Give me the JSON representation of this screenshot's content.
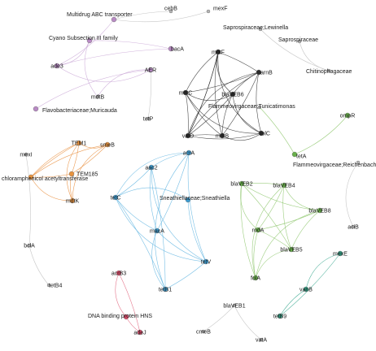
{
  "colors": {
    "black": "#2b2b2b",
    "purple": "#c9a6d6",
    "purple_node": "#b88ac4",
    "orange": "#e88a35",
    "orange_node": "#e8923d",
    "blue": "#5fb4e0",
    "blue_node": "#3b9bd0",
    "green": "#8cc66a",
    "green_node": "#68b04a",
    "red": "#e0607a",
    "red_node": "#d94a68",
    "teal": "#3aa88f",
    "teal_node": "#2f9a80",
    "gray": "#bdbdbd",
    "gray_node": "#b5b5b5"
  },
  "nodes": [
    {
      "id": "cebB",
      "label": "cebB",
      "group": "gray"
    },
    {
      "id": "mexF",
      "label": "mexF",
      "group": "gray"
    },
    {
      "id": "multidrug",
      "label": "Multidrug ABC transporter",
      "group": "purple"
    },
    {
      "id": "cyano",
      "label": "Cyano Subsection III family",
      "group": "purple"
    },
    {
      "id": "bacA",
      "label": "bacA",
      "group": "purple"
    },
    {
      "id": "adeJ3",
      "label": "ade3",
      "group": "purple"
    },
    {
      "id": "AER",
      "label": "AER",
      "group": "purple"
    },
    {
      "id": "mdtB",
      "label": "mdtB",
      "group": "gray"
    },
    {
      "id": "flavo",
      "label": "Flavobacteriaceae;Muricauda",
      "group": "purple"
    },
    {
      "id": "tetP",
      "label": "tetP",
      "group": "gray"
    },
    {
      "id": "saproLew",
      "label": "Saprospiraceae;Lewinella",
      "group": "gray"
    },
    {
      "id": "sapro",
      "label": "Saprospiraceae",
      "group": "gray"
    },
    {
      "id": "chitino",
      "label": "Chitinophagaceae",
      "group": "gray"
    },
    {
      "id": "mdtF",
      "label": "mdtF",
      "group": "black"
    },
    {
      "id": "arnB",
      "label": "arnB",
      "group": "black"
    },
    {
      "id": "mdtC",
      "label": "mdtC",
      "group": "black"
    },
    {
      "id": "blaVEB6",
      "label": "blaVEB6",
      "group": "black"
    },
    {
      "id": "vatD",
      "label": "vatD",
      "group": "black"
    },
    {
      "id": "mdtB2",
      "label": "mdtB",
      "group": "black"
    },
    {
      "id": "TolC",
      "label": "TolC",
      "group": "black"
    },
    {
      "id": "flammeoTur",
      "label": "Flammeovirgaceae;Tunicatimonas",
      "group": "gray"
    },
    {
      "id": "ompR",
      "label": "ompR",
      "group": "green"
    },
    {
      "id": "tetA",
      "label": "tetA",
      "group": "green"
    },
    {
      "id": "flammeoRei",
      "label": "Flammeovirgaceae;Reichenbachiella",
      "group": "gray"
    },
    {
      "id": "mexI",
      "label": "mexI",
      "group": "gray"
    },
    {
      "id": "TEM1",
      "label": "TEM1",
      "group": "orange"
    },
    {
      "id": "smeB",
      "label": "smeB",
      "group": "orange"
    },
    {
      "id": "TEM185",
      "label": "TEM185",
      "group": "orange"
    },
    {
      "id": "chloram",
      "label": "chloramphenicol acetyltransferase",
      "group": "orange"
    },
    {
      "id": "mdtK",
      "label": "mdtK",
      "group": "orange"
    },
    {
      "id": "bclA",
      "label": "bclA",
      "group": "gray"
    },
    {
      "id": "tetB4",
      "label": "tetB4",
      "group": "gray"
    },
    {
      "id": "acrA",
      "label": "acrA",
      "group": "blue"
    },
    {
      "id": "aac2",
      "label": "aac2",
      "group": "blue"
    },
    {
      "id": "tetC",
      "label": "tetC",
      "group": "blue"
    },
    {
      "id": "sneath",
      "label": "Sneathiellaceae;Sneathiella",
      "group": "blue"
    },
    {
      "id": "macA",
      "label": "macA",
      "group": "blue"
    },
    {
      "id": "tetV",
      "label": "tetV",
      "group": "blue"
    },
    {
      "id": "tetB1",
      "label": "tetB1",
      "group": "blue"
    },
    {
      "id": "blaVEB2",
      "label": "blaVEB2",
      "group": "green"
    },
    {
      "id": "blaVEB4",
      "label": "blaVEB4",
      "group": "green"
    },
    {
      "id": "blaVEB8",
      "label": "blaVEB8",
      "group": "green"
    },
    {
      "id": "rodA",
      "label": "rodA",
      "group": "green"
    },
    {
      "id": "blaVEB5",
      "label": "blaVEB5",
      "group": "green"
    },
    {
      "id": "folA",
      "label": "folA",
      "group": "green"
    },
    {
      "id": "aciB",
      "label": "aciB",
      "group": "gray"
    },
    {
      "id": "mexE",
      "label": "mexE",
      "group": "teal"
    },
    {
      "id": "vanB",
      "label": "vanB",
      "group": "teal"
    },
    {
      "id": "tetB9",
      "label": "tetB9",
      "group": "teal"
    },
    {
      "id": "acrB3",
      "label": "acrB3",
      "group": "red"
    },
    {
      "id": "hns",
      "label": "DNA binding protein HNS",
      "group": "red"
    },
    {
      "id": "adeJ",
      "label": "adeJ",
      "group": "red"
    },
    {
      "id": "blaVEB1",
      "label": "blaVEB1",
      "group": "gray"
    },
    {
      "id": "cmeB",
      "label": "cmeB",
      "group": "gray"
    },
    {
      "id": "vatA",
      "label": "vatA",
      "group": "gray"
    }
  ]
}
